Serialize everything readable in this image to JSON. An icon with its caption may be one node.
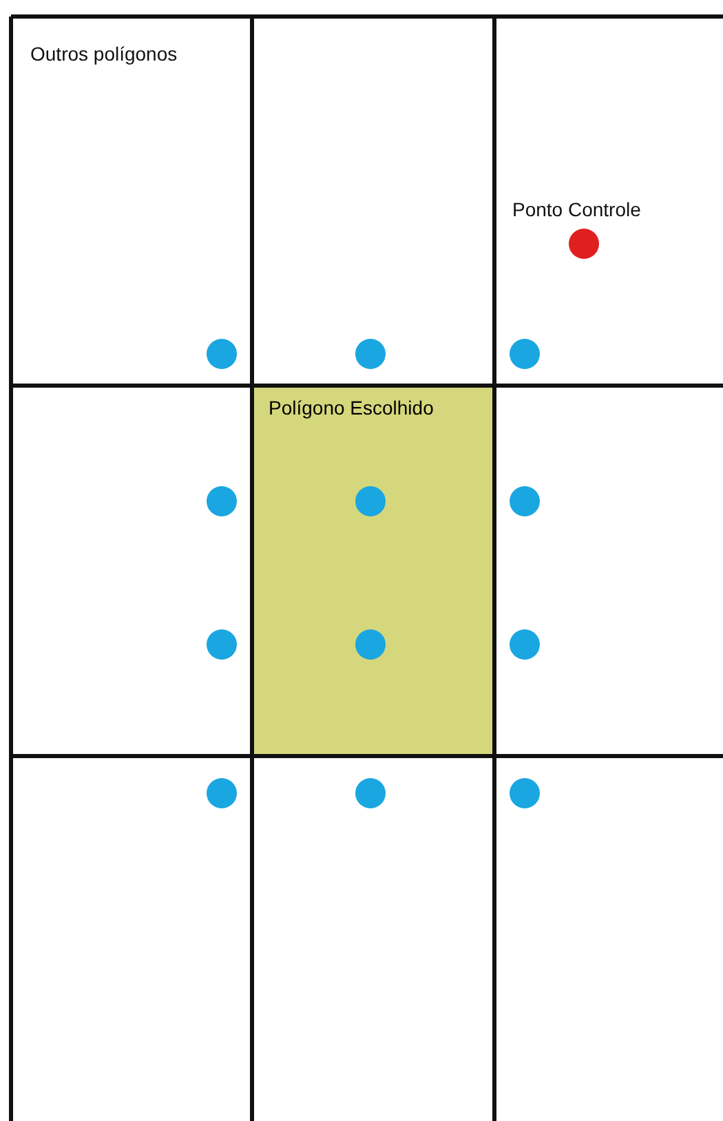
{
  "diagram": {
    "nodes": [
      {
        "text": [
          "Polígono Escolhido"
        ]
      }
    ],
    "labels": [
      "Outros polígonos",
      "Ponto Controle"
    ]
  }
}
